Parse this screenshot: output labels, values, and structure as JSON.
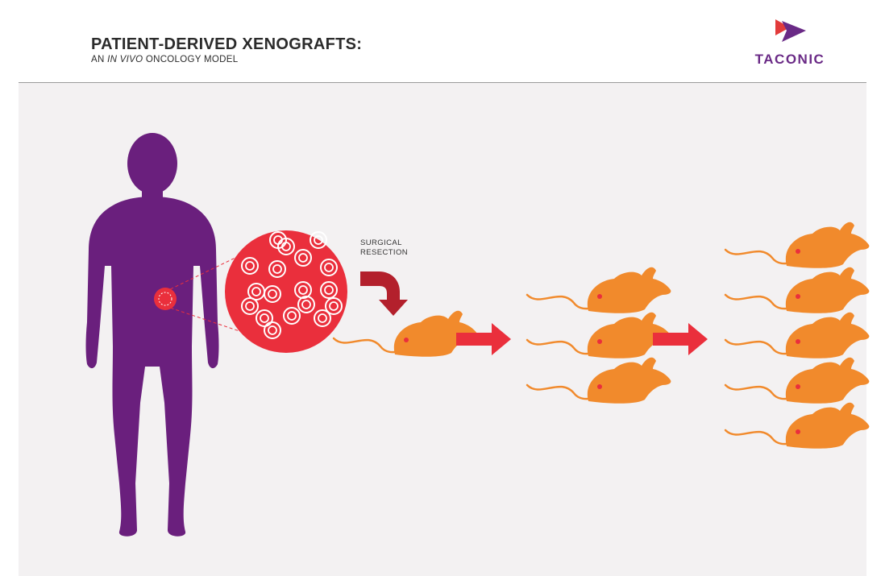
{
  "header": {
    "title": "PATIENT-DERIVED XENOGRAFTS:",
    "subtitle_prefix": "AN ",
    "subtitle_italic": "IN VIVO",
    "subtitle_suffix": " ONCOLOGY MODEL"
  },
  "logo": {
    "name": "TACONIC"
  },
  "diagram": {
    "step_label_line1": "SURGICAL",
    "step_label_line2": "RESECTION"
  },
  "colors": {
    "human": "#6a1f7d",
    "tumor": "#ea2f3c",
    "mouse": "#f18a2c",
    "arrow": "#ea2f3c",
    "resection_arrow": "#b3202c",
    "background": "#f3f1f2",
    "logo_purple": "#6a2a86",
    "logo_red": "#e23b3b"
  },
  "icons": [
    "human-silhouette-icon",
    "tumor-cells-magnified-icon",
    "mouse-icon",
    "right-arrow-icon",
    "curved-arrow-icon",
    "taconic-logo-icon"
  ]
}
